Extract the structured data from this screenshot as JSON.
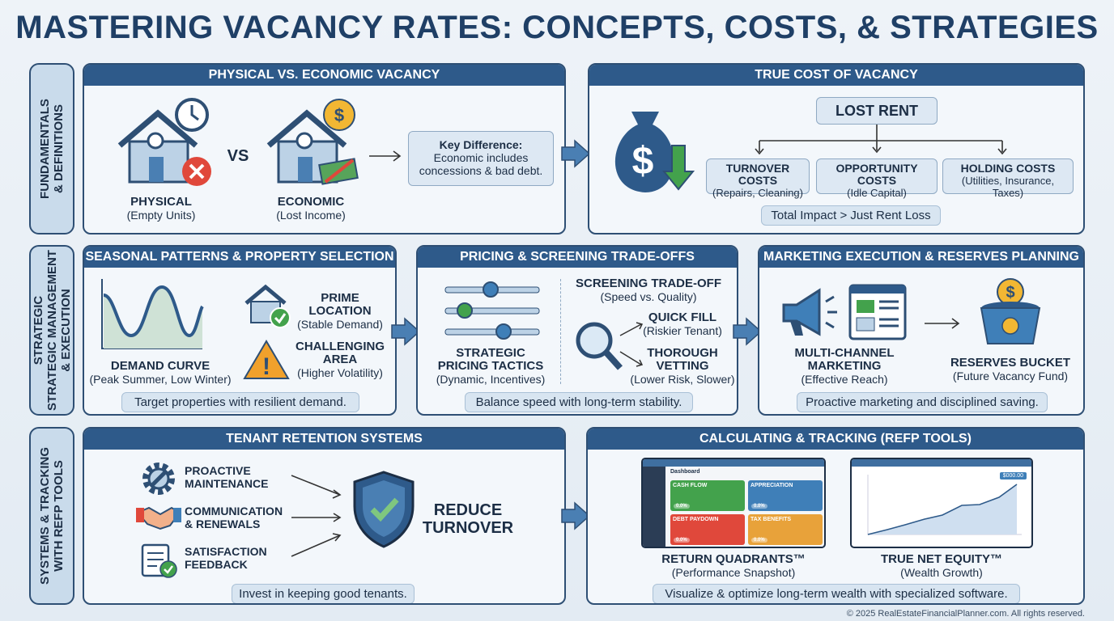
{
  "title": "MASTERING VACANCY RATES: CONCEPTS, COSTS, & STRATEGIES",
  "rows": [
    {
      "label_lines": [
        "FUNDAMENTALS",
        "& DEFINITIONS"
      ]
    },
    {
      "label_lines": [
        "STRATEGIC",
        "STRATEGIC MANAGEMENT",
        "& EXECUTION"
      ]
    },
    {
      "label_lines": [
        "SYSTEMS & TRACKING",
        "WITH REFP TOOLS"
      ]
    }
  ],
  "physical_vs_economic": {
    "header": "PHYSICAL VS. ECONOMIC VACANCY",
    "physical_title": "PHYSICAL",
    "physical_sub": "(Empty Units)",
    "vs": "VS",
    "economic_title": "ECONOMIC",
    "economic_sub": "(Lost Income)",
    "key_title": "Key Difference:",
    "key_text": "Economic includes concessions & bad debt."
  },
  "true_cost": {
    "header": "TRUE COST OF VACANCY",
    "lost_rent": "LOST RENT",
    "costs": [
      {
        "title": "TURNOVER COSTS",
        "sub": "(Repairs, Cleaning)"
      },
      {
        "title": "OPPORTUNITY COSTS",
        "sub": "(Idle Capital)"
      },
      {
        "title": "HOLDING COSTS",
        "sub": "(Utilities, Insurance, Taxes)"
      }
    ],
    "total": "Total Impact > Just Rent Loss"
  },
  "seasonal": {
    "header": "SEASONAL PATTERNS & PROPERTY SELECTION",
    "curve_title": "DEMAND CURVE",
    "curve_sub": "(Peak Summer, Low Winter)",
    "prime_title": "PRIME LOCATION",
    "prime_sub": "(Stable Demand)",
    "challenging_title": "CHALLENGING AREA",
    "challenging_sub": "(Higher Volatility)",
    "note": "Target properties with resilient demand."
  },
  "pricing": {
    "header": "PRICING & SCREENING TRADE-OFFS",
    "tactics_title": "STRATEGIC PRICING TACTICS",
    "tactics_sub": "(Dynamic, Incentives)",
    "screen_title": "SCREENING TRADE-OFF",
    "screen_sub": "(Speed vs. Quality)",
    "quick_title": "QUICK FILL",
    "quick_sub": "(Riskier Tenant)",
    "thorough_title": "THOROUGH VETTING",
    "thorough_sub": "(Lower Risk, Slower)",
    "note": "Balance speed with long-term stability."
  },
  "marketing": {
    "header": "MARKETING EXECUTION & RESERVES PLANNING",
    "multi_title": "MULTI-CHANNEL MARKETING",
    "multi_sub": "(Effective Reach)",
    "reserves_title": "RESERVES BUCKET",
    "reserves_sub": "(Future Vacancy Fund)",
    "note": "Proactive marketing and disciplined saving."
  },
  "retention": {
    "header": "TENANT RETENTION SYSTEMS",
    "items": [
      {
        "lines": [
          "PROACTIVE",
          "MAINTENANCE"
        ]
      },
      {
        "lines": [
          "COMMUNICATION",
          "& RENEWALS"
        ]
      },
      {
        "lines": [
          "SATISFACTION",
          "FEEDBACK"
        ]
      }
    ],
    "result_lines": [
      "REDUCE",
      "TURNOVER"
    ],
    "note": "Invest in keeping good tenants."
  },
  "tracking": {
    "header": "CALCULATING & TRACKING (REFP TOOLS)",
    "dashboard_title": "Dashboard",
    "quadrants": [
      {
        "label": "CASH FLOW",
        "value": "0.0%",
        "color": "#43a24c"
      },
      {
        "label": "APPRECIATION",
        "value": "0.0%",
        "color": "#3f7fb8"
      },
      {
        "label": "DEBT PAYDOWN",
        "value": "0.0%",
        "color": "#e0483b"
      },
      {
        "label": "TAX BENEFITS",
        "value": "0.0%",
        "color": "#e8a23a"
      }
    ],
    "equity_badge": "$000.00",
    "quadrants_title": "RETURN QUADRANTS™",
    "quadrants_sub": "(Performance Snapshot)",
    "equity_title": "TRUE NET EQUITY™",
    "equity_sub": "(Wealth Growth)",
    "note": "Visualize & optimize long-term wealth with specialized software."
  },
  "footer": "© 2025 RealEstateFinancialPlanner.com. All rights reserved."
}
